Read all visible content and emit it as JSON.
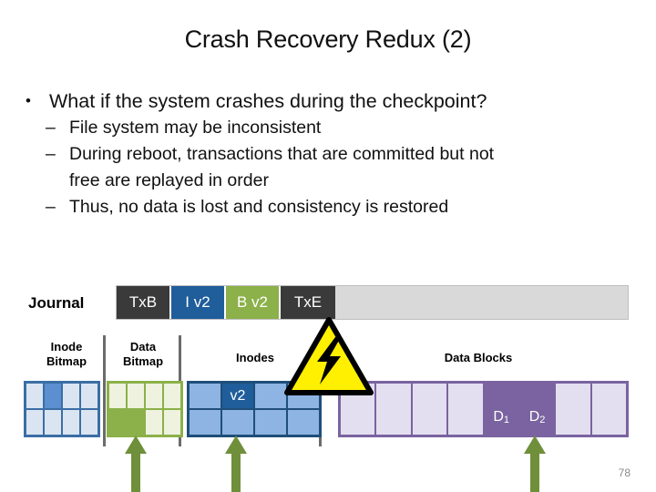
{
  "slide": {
    "title": "Crash Recovery Redux (2)",
    "page_number": "78"
  },
  "bullets": {
    "level1_marker": "•",
    "level2_marker": "–",
    "items": [
      {
        "level": 1,
        "text": "What if the system crashes during the checkpoint?"
      },
      {
        "level": 2,
        "text": "File system may be inconsistent"
      },
      {
        "level": 2,
        "text": "During reboot, transactions that are committed but not",
        "continuation": "free are replayed in order"
      },
      {
        "level": 2,
        "text": "Thus, no data is lost and consistency is restored"
      }
    ]
  },
  "diagram": {
    "journal": {
      "label": "Journal",
      "cells": [
        {
          "text": "TxB",
          "kind": "txb",
          "color": "#3a3a3a"
        },
        {
          "text": "I v2",
          "kind": "iv2",
          "color": "#1f5d9b"
        },
        {
          "text": "B v2",
          "kind": "bv2",
          "color": "#8cb04a"
        },
        {
          "text": "TxE",
          "kind": "txe",
          "color": "#3a3a3a"
        },
        {
          "text": "",
          "kind": "empty",
          "color": "#d9d9d9"
        }
      ]
    },
    "regions": {
      "inode_bitmap_label": "Inode Bitmap",
      "inode_bitmap_label_line1": "Inode",
      "inode_bitmap_label_line2": "Bitmap",
      "data_bitmap_label_line1": "Data",
      "data_bitmap_label_line2": "Bitmap",
      "inodes_label": "Inodes",
      "data_blocks_label": "Data Blocks"
    },
    "inode_bitmap": {
      "columns": 4,
      "rows": 2,
      "filled_cells": [
        1
      ],
      "empty_color": "#dbe5f1",
      "filled_color": "#5b8fcf",
      "border_color": "#3b6ea5"
    },
    "data_bitmap": {
      "columns": 4,
      "rows": 2,
      "filled_cells": [
        4,
        5
      ],
      "empty_color": "#eef2df",
      "filled_color": "#8cb04a",
      "border_color": "#8cb04a"
    },
    "inodes": {
      "columns": 4,
      "rows": 2,
      "filled_cells": [
        1
      ],
      "cell_labels": {
        "1": "v2"
      },
      "empty_color": "#8db4e2",
      "filled_color": "#1f5d9b",
      "border_color": "#1f4e79"
    },
    "data_blocks": {
      "columns": 8,
      "rows": 1,
      "filled_cells": [
        4,
        5
      ],
      "cell_labels": {
        "4": "D1",
        "5": "D2"
      },
      "cell_label_base": {
        "4": "D",
        "5": "D"
      },
      "cell_label_sub": {
        "4": "1",
        "5": "2"
      },
      "empty_color": "#e3dff0",
      "filled_color": "#7a63a0",
      "border_color": "#7a63a0"
    },
    "crash_icon": {
      "name": "crash-warning-icon",
      "fill": "#ffef00",
      "stroke": "#000000"
    },
    "arrows": [
      {
        "name": "arrow-data-bitmap",
        "color": "#6f8f3a"
      },
      {
        "name": "arrow-inodes",
        "color": "#6f8f3a"
      },
      {
        "name": "arrow-data-block",
        "color": "#6f8f3a"
      }
    ]
  }
}
